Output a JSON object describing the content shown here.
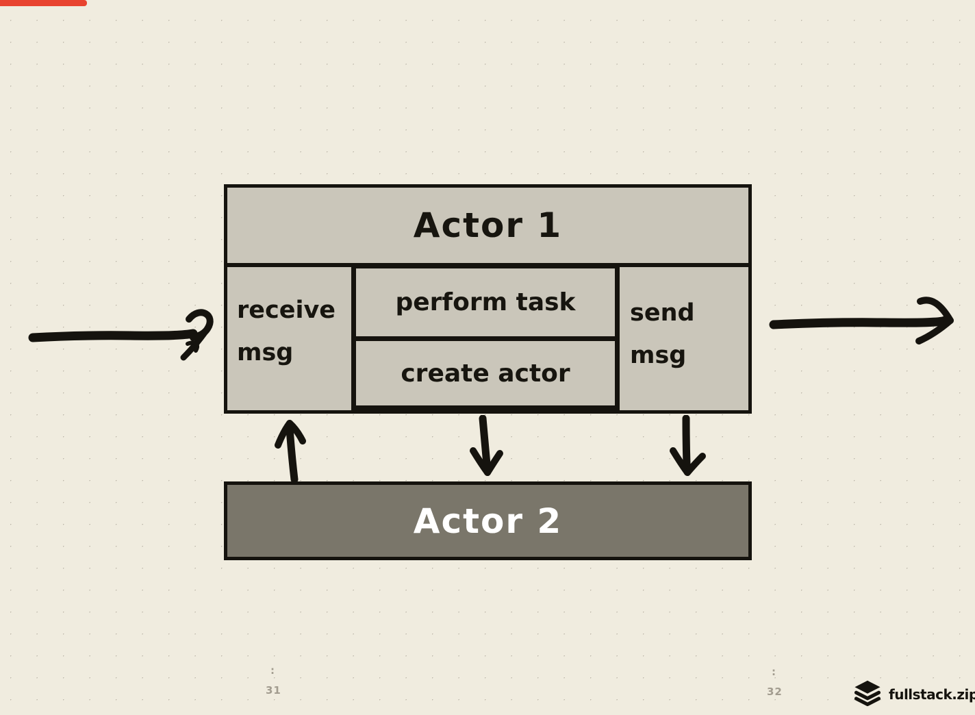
{
  "slide": {
    "background_color": "#f0ecdf",
    "dot_grid_color": "#8e8778",
    "progress_bar": {
      "color": "#e8432f"
    },
    "diagram": {
      "actor1": {
        "title": "Actor 1",
        "fill_color": "#cac6ba",
        "border_color": "#15130e",
        "receive_line1": "receive",
        "receive_line2": "msg",
        "perform_label": "perform task",
        "create_label": "create actor",
        "send_line1": "send",
        "send_line2": "msg"
      },
      "actor2": {
        "title": "Actor 2",
        "fill_color": "#7a766a",
        "text_color": "#ffffff"
      },
      "arrows": [
        "incoming-message-arrow-left",
        "outgoing-message-arrow-right",
        "actor2-to-receive-up-arrow",
        "create-actor-down-arrow",
        "send-msg-down-arrow"
      ]
    },
    "footer": {
      "page_left": "31",
      "page_right": "32",
      "ellipsis": ":",
      "brand": "fullstack.zip",
      "muted_text_color": "#a29c8f"
    }
  }
}
